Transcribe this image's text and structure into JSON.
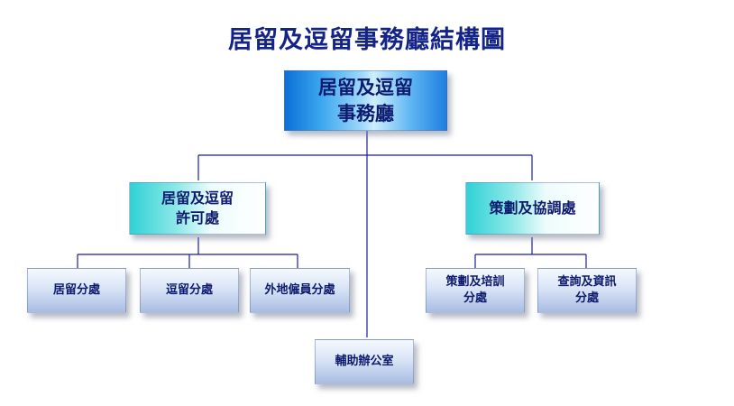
{
  "title": "居留及逗留事務廳結構圖",
  "nodes": {
    "root": "居留及逗留\n事務廳",
    "permit": "居留及逗留\n許可處",
    "planning": "策劃及協調處",
    "residence": "居留分處",
    "stay": "逗留分處",
    "foreign_workers": "外地僱員分處",
    "support": "輔助辦公室",
    "planning_training": "策劃及培訓\n分處",
    "inquiry_info": "查詢及資訊\n分處"
  },
  "colors": {
    "title": "#13238a",
    "lines": "#1a1aa8",
    "node_text": "#0d1a6e"
  }
}
